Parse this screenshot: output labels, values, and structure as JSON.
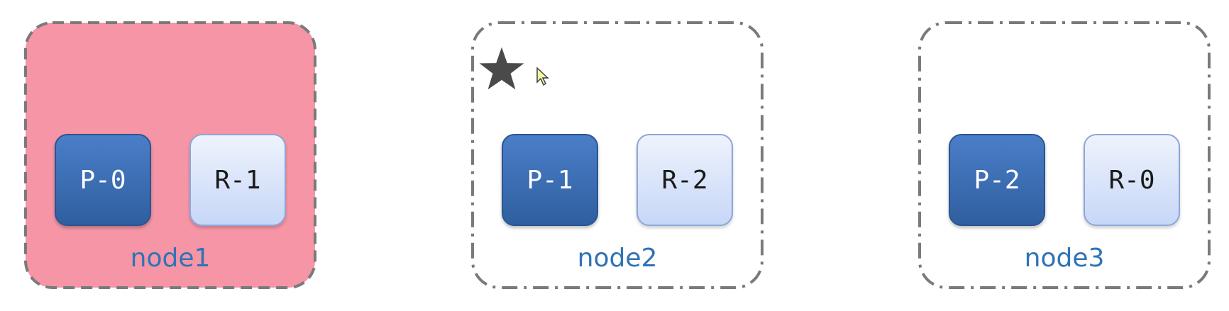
{
  "nodes": [
    {
      "label": "node1",
      "primary": "P-0",
      "replica": "R-1",
      "state": "down",
      "border_style": "dashed",
      "fill": "#f595a6"
    },
    {
      "label": "node2",
      "primary": "P-1",
      "replica": "R-2",
      "state": "master",
      "border_style": "dash-dot",
      "marker_icon": "star-icon"
    },
    {
      "label": "node3",
      "primary": "P-2",
      "replica": "R-0",
      "state": "normal",
      "border_style": "dash-dot"
    }
  ],
  "colors": {
    "node_border": "#7a7a7a",
    "node_label": "#2f73b6",
    "primary_fill": "#3a6fb5",
    "replica_fill": "#dbe6fb",
    "down_fill": "#f595a6",
    "star": "#4a4a4a"
  }
}
